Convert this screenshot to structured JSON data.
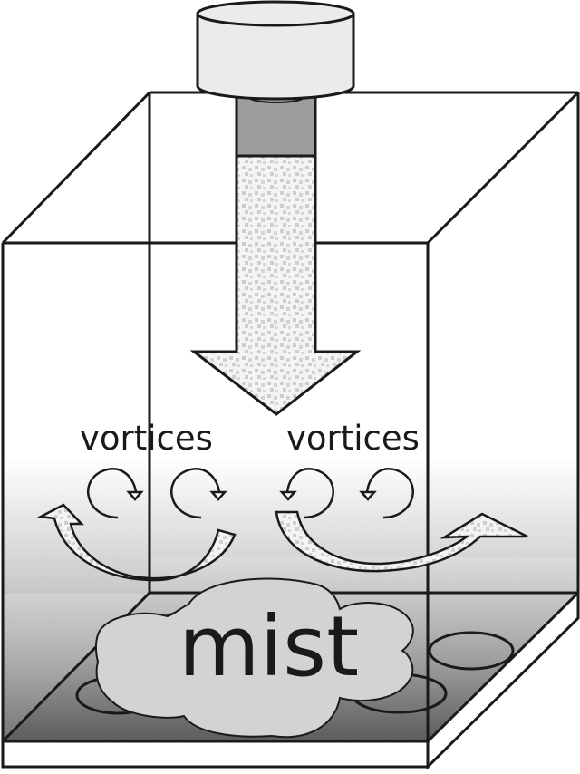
{
  "diagram": {
    "title": "Ultrasonic humidifier airflow in a box",
    "labels": {
      "vortices_left": "vortices",
      "vortices_right": "vortices",
      "mist": "mist"
    },
    "components": [
      {
        "id": "fan",
        "name": "fan cap"
      },
      {
        "id": "pipe",
        "name": "air inlet pipe"
      },
      {
        "id": "flow-arrow",
        "name": "downward airflow arrow"
      },
      {
        "id": "vortex-arrows",
        "name": "vortex circulation arrows (4)"
      },
      {
        "id": "flow-curves",
        "name": "curved outflow arrows (2)"
      },
      {
        "id": "mist-cloud",
        "name": "mist cloud"
      },
      {
        "id": "transducers",
        "name": "water surface transducer rings (4)"
      },
      {
        "id": "box",
        "name": "transparent chamber box"
      },
      {
        "id": "base",
        "name": "base plate"
      }
    ],
    "colors": {
      "stroke": "#1a1a18",
      "fan_fill": "#ebebeb",
      "pipe_dark": "#9c9d9c",
      "texture_bg": "#f2f2f2",
      "texture_square": "#cfcfcf",
      "cloud_fill": "#d2d3d3",
      "water_top": "#c8c9ca",
      "water_bottom": "#5f5f5f",
      "fog_top": "#ffffff",
      "fog_bottom": "#c4c5c6"
    }
  }
}
